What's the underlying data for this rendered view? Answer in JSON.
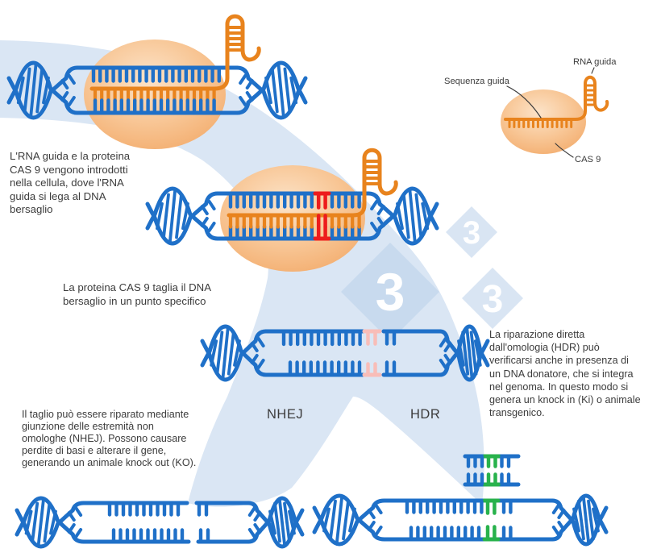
{
  "colors": {
    "dna_blue": "#1f70c8",
    "rna_orange": "#e8831d",
    "band": "#dae6f4",
    "diamond": "rgba(186,208,234,0.55)",
    "cas9_light": "#fce3c8",
    "cas9_mid": "#f8c797",
    "cas9_dark": "#f1a25d",
    "cut_red": "#ed1c1c",
    "cut_pink": "#f8bdb8",
    "insert_green": "#28b24c",
    "text": "#3c3c3c",
    "watermark_digit": "#ffffff",
    "leader": "#3a3a3a"
  },
  "annotations": {
    "intro": [
      "L'RNA guida e la proteina",
      "CAS 9 vengono introdotti",
      "nella cellula, dove l'RNA",
      "guida si lega al DNA",
      "bersaglio"
    ],
    "cut": [
      "La proteina CAS 9 taglia il DNA",
      "bersaglio in un punto specifico"
    ],
    "nhej_desc": [
      "Il taglio può essere riparato mediante",
      "giunzione delle estremità non",
      "omologhe (NHEJ). Possono causare",
      "perdite di basi e alterare il gene,",
      "generando un animale knock out (KO)."
    ],
    "hdr_desc": [
      "La riparazione diretta",
      "dall'omologia (HDR) può",
      "verificarsi anche in presenza di",
      "un DNA donatore, che si integra",
      "nel genoma. In questo modo si",
      "genera un knock in (Ki) o animale",
      "transgenico."
    ],
    "nhej_label": "NHEJ",
    "hdr_label": "HDR"
  },
  "legend": {
    "sequenza_guida": "Sequenza guida",
    "rna_guida": "RNA guida",
    "cas9": "CAS 9"
  },
  "watermark": {
    "digit": "3"
  }
}
